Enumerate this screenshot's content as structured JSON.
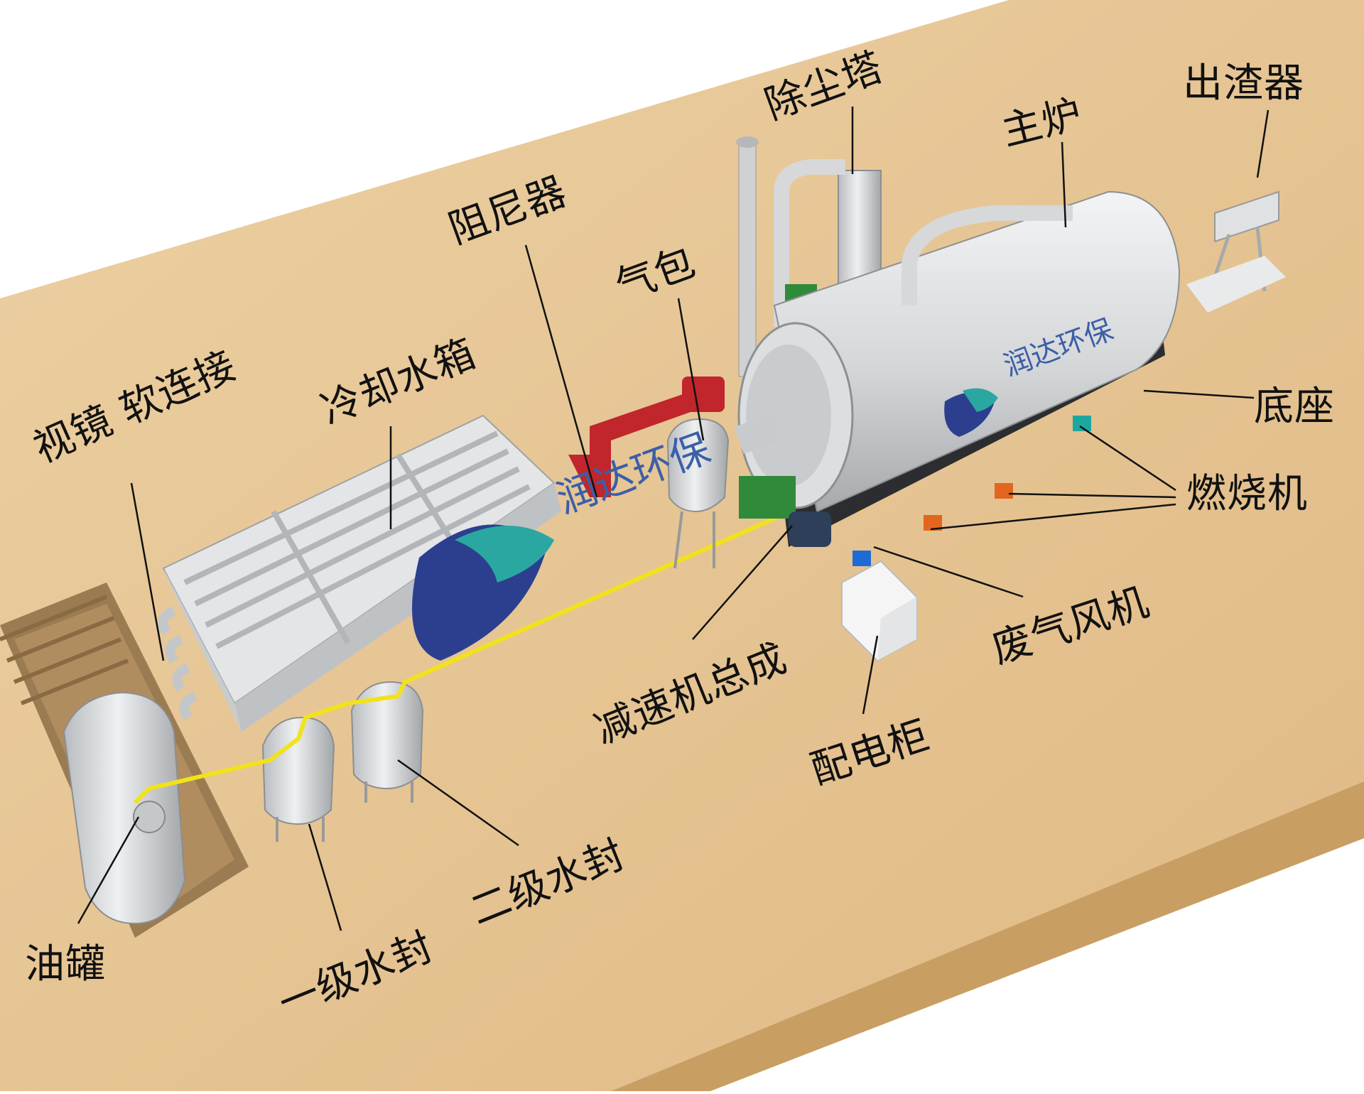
{
  "brand": {
    "text": "润达环保",
    "colors": {
      "blue": "#2c3f8f",
      "teal": "#2aa7a1"
    }
  },
  "labels": {
    "sight_glass_flex": "视镜 软连接",
    "cooling_tank": "冷却水箱",
    "damper": "阻尼器",
    "gas_drum": "气包",
    "dust_tower": "除尘塔",
    "main_furnace": "主炉",
    "slag_discharger": "出渣器",
    "base": "底座",
    "burner": "燃烧机",
    "exhaust_fan": "废气风机",
    "reducer_assembly": "减速机总成",
    "control_cabinet": "配电柜",
    "oil_tank": "油罐",
    "first_water_seal": "一级水封",
    "second_water_seal": "二级水封"
  },
  "colors": {
    "ground": "#e8c796",
    "ground_edge": "#d9b27a",
    "equipment": "#d9dadb",
    "pipe_red": "#c0262b",
    "pipe_yellow": "#f2e21a",
    "motor_green": "#2f8a3a",
    "burner_orange": "#e2661f",
    "burner_teal": "#1ea7a0"
  }
}
